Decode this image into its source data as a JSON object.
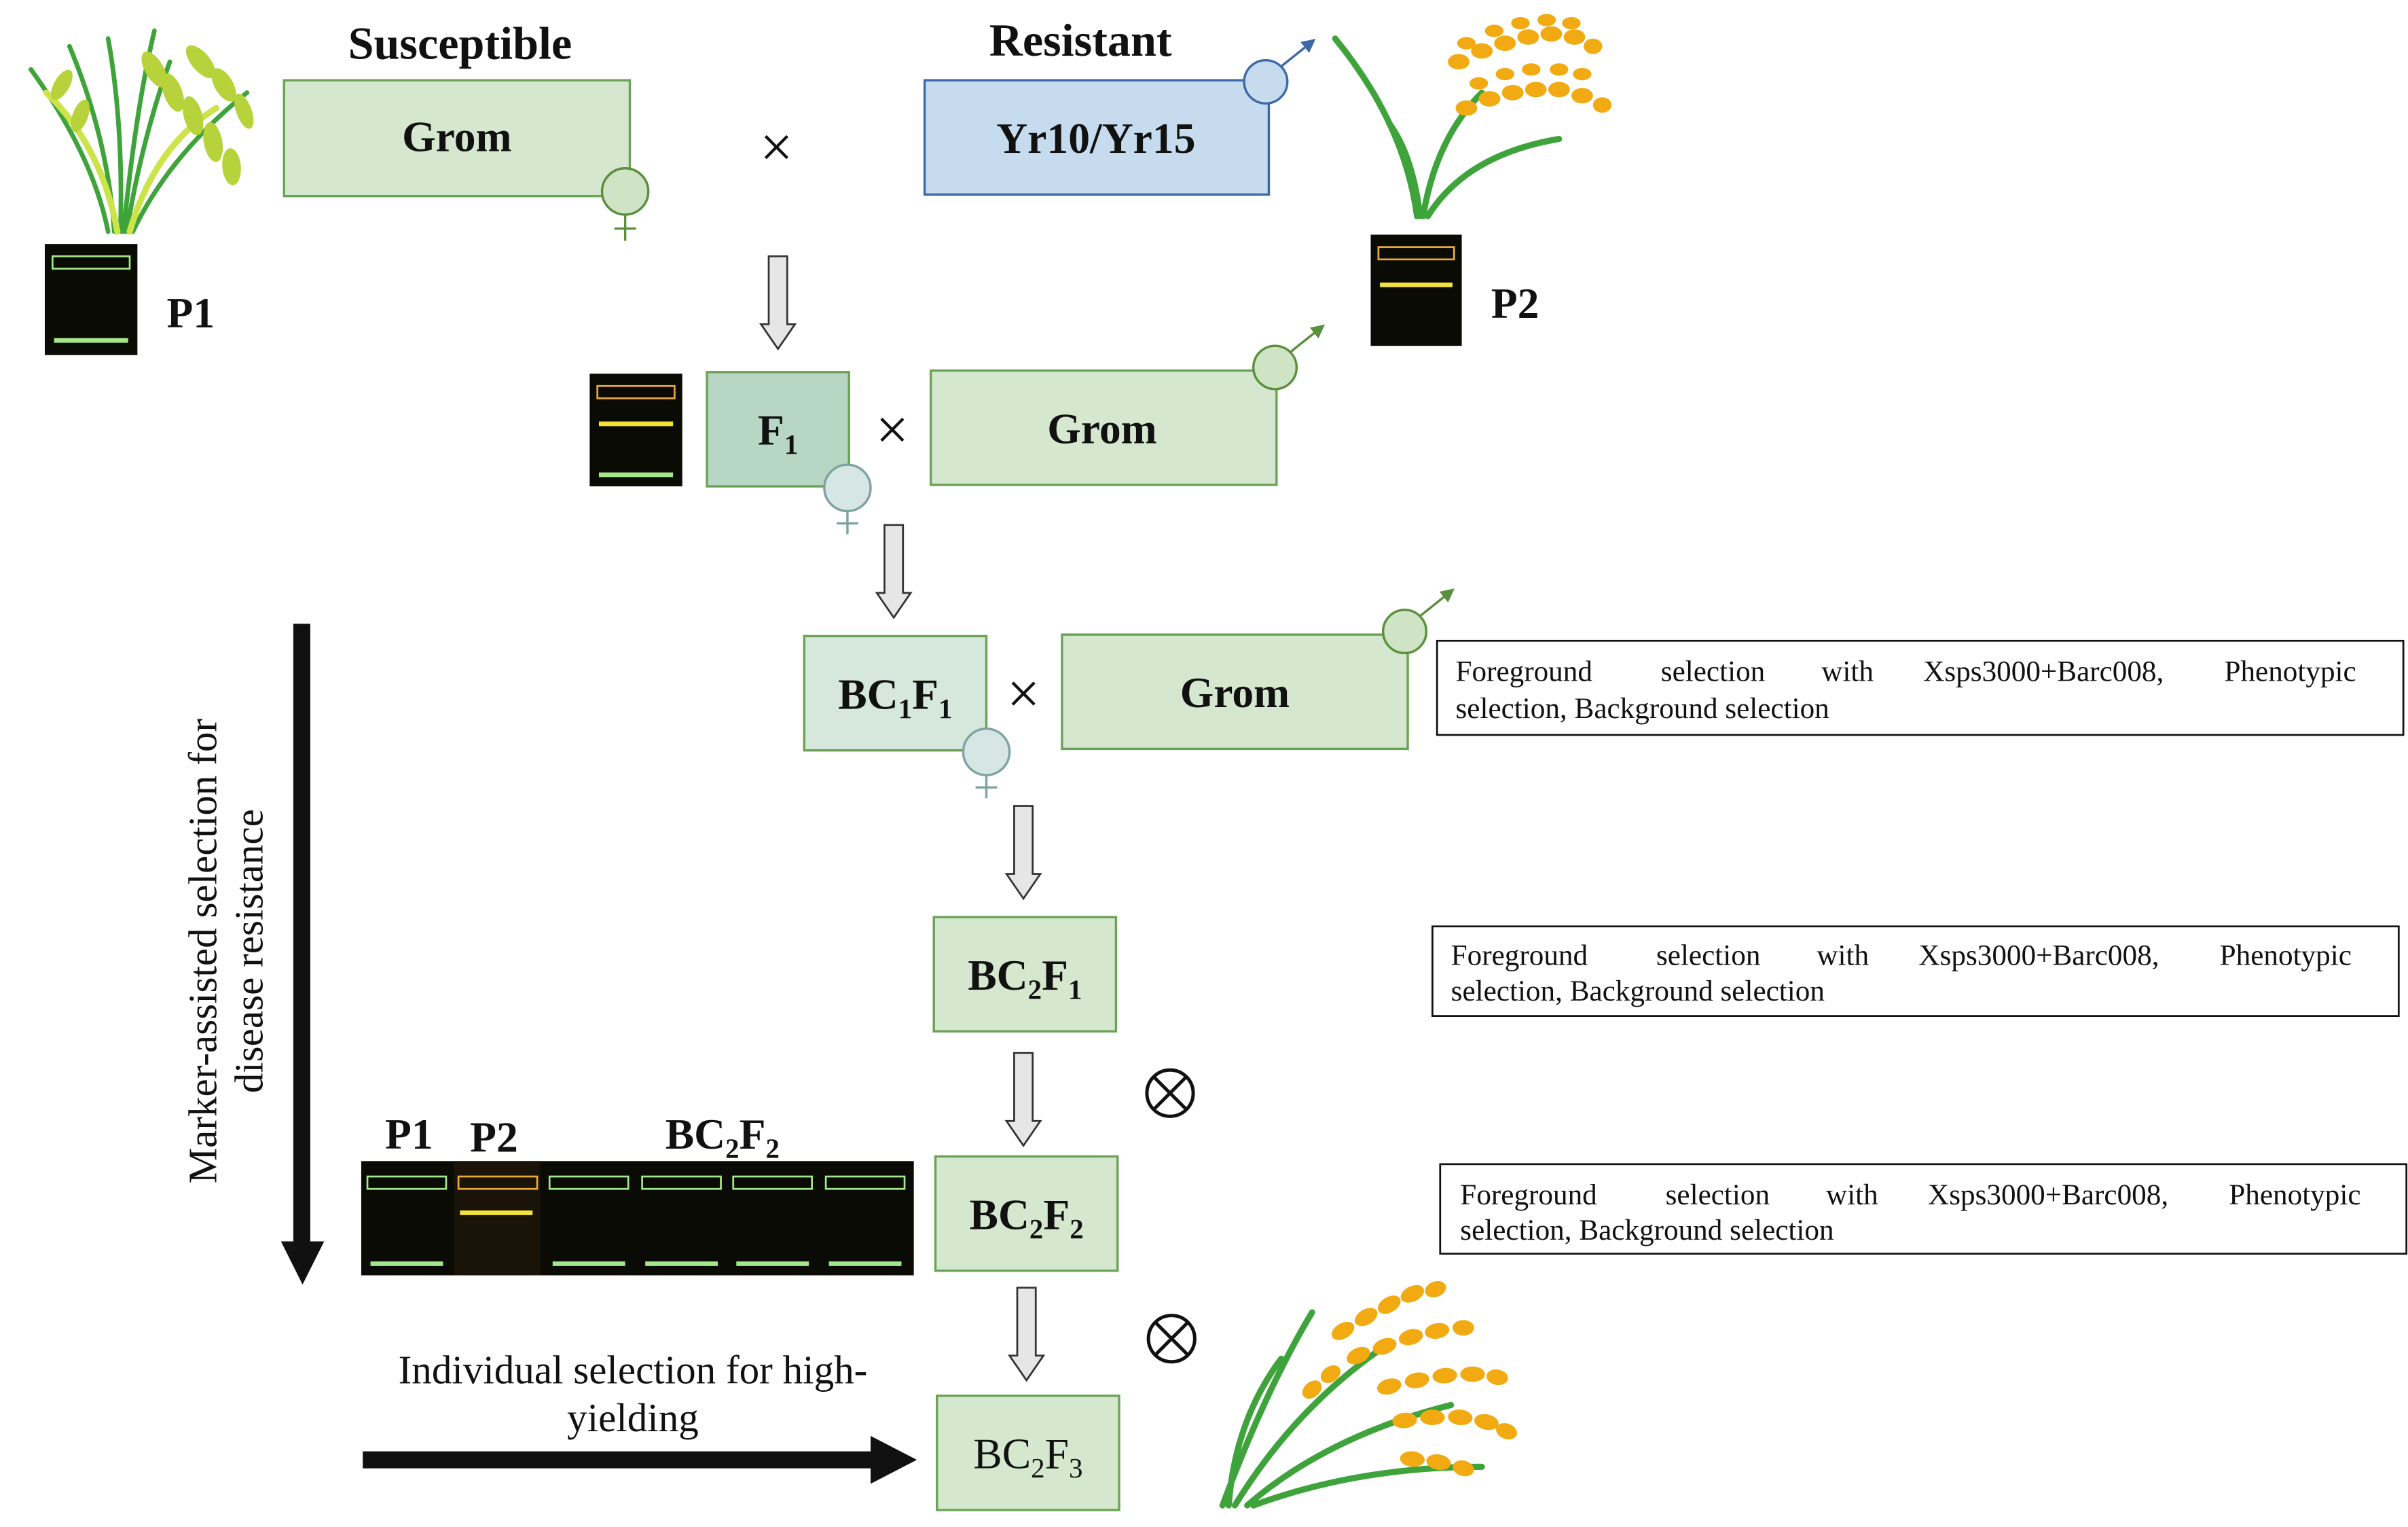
{
  "parents": {
    "p1_header": "Susceptible",
    "p2_header": "Resistant",
    "p1_box": "Grom",
    "p2_box": "Yr10/Yr15",
    "p1_label": "P1",
    "p2_label": "P2"
  },
  "cross_symbol": "×",
  "selfing_symbol": "⊗",
  "female_symbol": "♀",
  "male_symbol": "♂",
  "generations": {
    "f1": {
      "base": "F",
      "sub": "1"
    },
    "bc1f1": {
      "a": "BC",
      "a_sub": "1",
      "b": "F",
      "b_sub": "1"
    },
    "bc2f1": {
      "a": "BC",
      "a_sub": "2",
      "b": "F",
      "b_sub": "1"
    },
    "bc2f2": {
      "a": "BC",
      "a_sub": "2",
      "b": "F",
      "b_sub": "2"
    },
    "bc2f3": {
      "a": "BC",
      "a_sub": "2",
      "b": "F",
      "b_sub": "3"
    }
  },
  "recurrent_parent": "Grom",
  "selection_note": {
    "line1_words": [
      "Foreground",
      "selection",
      "with",
      "Xsps3000+Barc008,",
      "Phenotypic"
    ],
    "line2": "selection, Background selection"
  },
  "gel": {
    "lane_labels": {
      "p1": "P1",
      "p2": "P2",
      "pop_a": "BC",
      "pop_sub1": "2",
      "pop_b": "F",
      "pop_sub2": "2"
    }
  },
  "side_labels": {
    "mas_line1": "Marker-assisted selection for",
    "mas_line2": "disease resistance",
    "individual_line1": "Individual selection for high-",
    "individual_line2": "yielding"
  },
  "colors": {
    "green_box_fill": "#d5e8cf",
    "green_box_stroke": "#6aa356",
    "blue_box_fill": "#c6dbee",
    "blue_box_stroke": "#3c6aa8",
    "gel_bg": "#0b0b06",
    "band_green": "#a4e68a",
    "band_yellow": "#f4e43a",
    "plant_green": "#3ea33a",
    "plant_gold": "#f2aa12"
  }
}
